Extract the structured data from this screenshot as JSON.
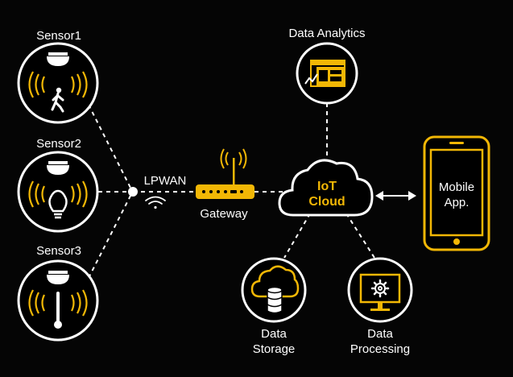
{
  "sensors": [
    {
      "label": "Sensor1",
      "icon": "motion-person-icon"
    },
    {
      "label": "Sensor2",
      "icon": "light-bulb-icon"
    },
    {
      "label": "Sensor3",
      "icon": "thermometer-icon"
    }
  ],
  "network": {
    "label": "LPWAN",
    "icon": "wifi-icon"
  },
  "gateway": {
    "label": "Gateway",
    "icon": "router-icon"
  },
  "cloud": {
    "line1": "IoT",
    "line2": "Cloud",
    "icon": "cloud-icon"
  },
  "analytics": {
    "label": "Data Analytics",
    "icon": "dashboard-icon"
  },
  "mobile": {
    "line1": "Mobile",
    "line2": "App.",
    "icon": "smartphone-icon"
  },
  "storage": {
    "line1": "Data",
    "line2": "Storage",
    "icon": "cloud-database-icon"
  },
  "processing": {
    "line1": "Data",
    "line2": "Processing",
    "icon": "monitor-gear-icon"
  },
  "colors": {
    "accent": "#f2b705",
    "line": "#ffffff",
    "background": "#050505"
  }
}
